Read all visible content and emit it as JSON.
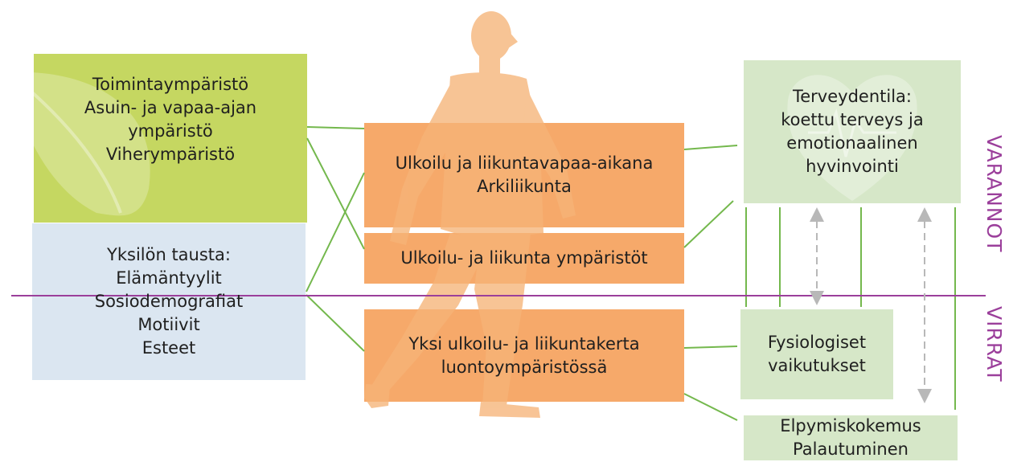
{
  "colors": {
    "green_dark": "#c5d761",
    "green_light": "#d6e7c8",
    "blue_light": "#dbe6f1",
    "orange": "#f6a96a",
    "person": "#f6b478",
    "connector": "#74b84d",
    "divider": "#9b3f9b",
    "arrow": "#b8b8b8"
  },
  "left": {
    "environment": [
      "Toimintaympäristö",
      "Asuin- ja vapaa-ajan",
      "ympäristö",
      "Viherympäristö"
    ],
    "background": [
      "Yksilön tausta:",
      "Elämäntyylit",
      "Sosiodemografiat",
      "Motiivit",
      "Esteet"
    ]
  },
  "center": {
    "activity": [
      "Ulkoilu ja liikuntavapaa-aikana",
      "Arkiliikunta"
    ],
    "environments": [
      "Ulkoilu- ja liikunta ympäristöt"
    ],
    "session": [
      "Yksi ulkoilu- ja liikuntakerta",
      "luontoympäristössä"
    ]
  },
  "right": {
    "health": [
      "Terveydentila:",
      "koettu terveys ja",
      "emotionaalinen",
      "hyvinvointi"
    ],
    "physiological": [
      "Fysiologiset",
      "vaikutukset"
    ],
    "recovery": [
      "Elpymiskokemus",
      "Palautuminen"
    ]
  },
  "side_labels": {
    "stocks": "VARANNOT",
    "flows": "VIRRAT"
  }
}
